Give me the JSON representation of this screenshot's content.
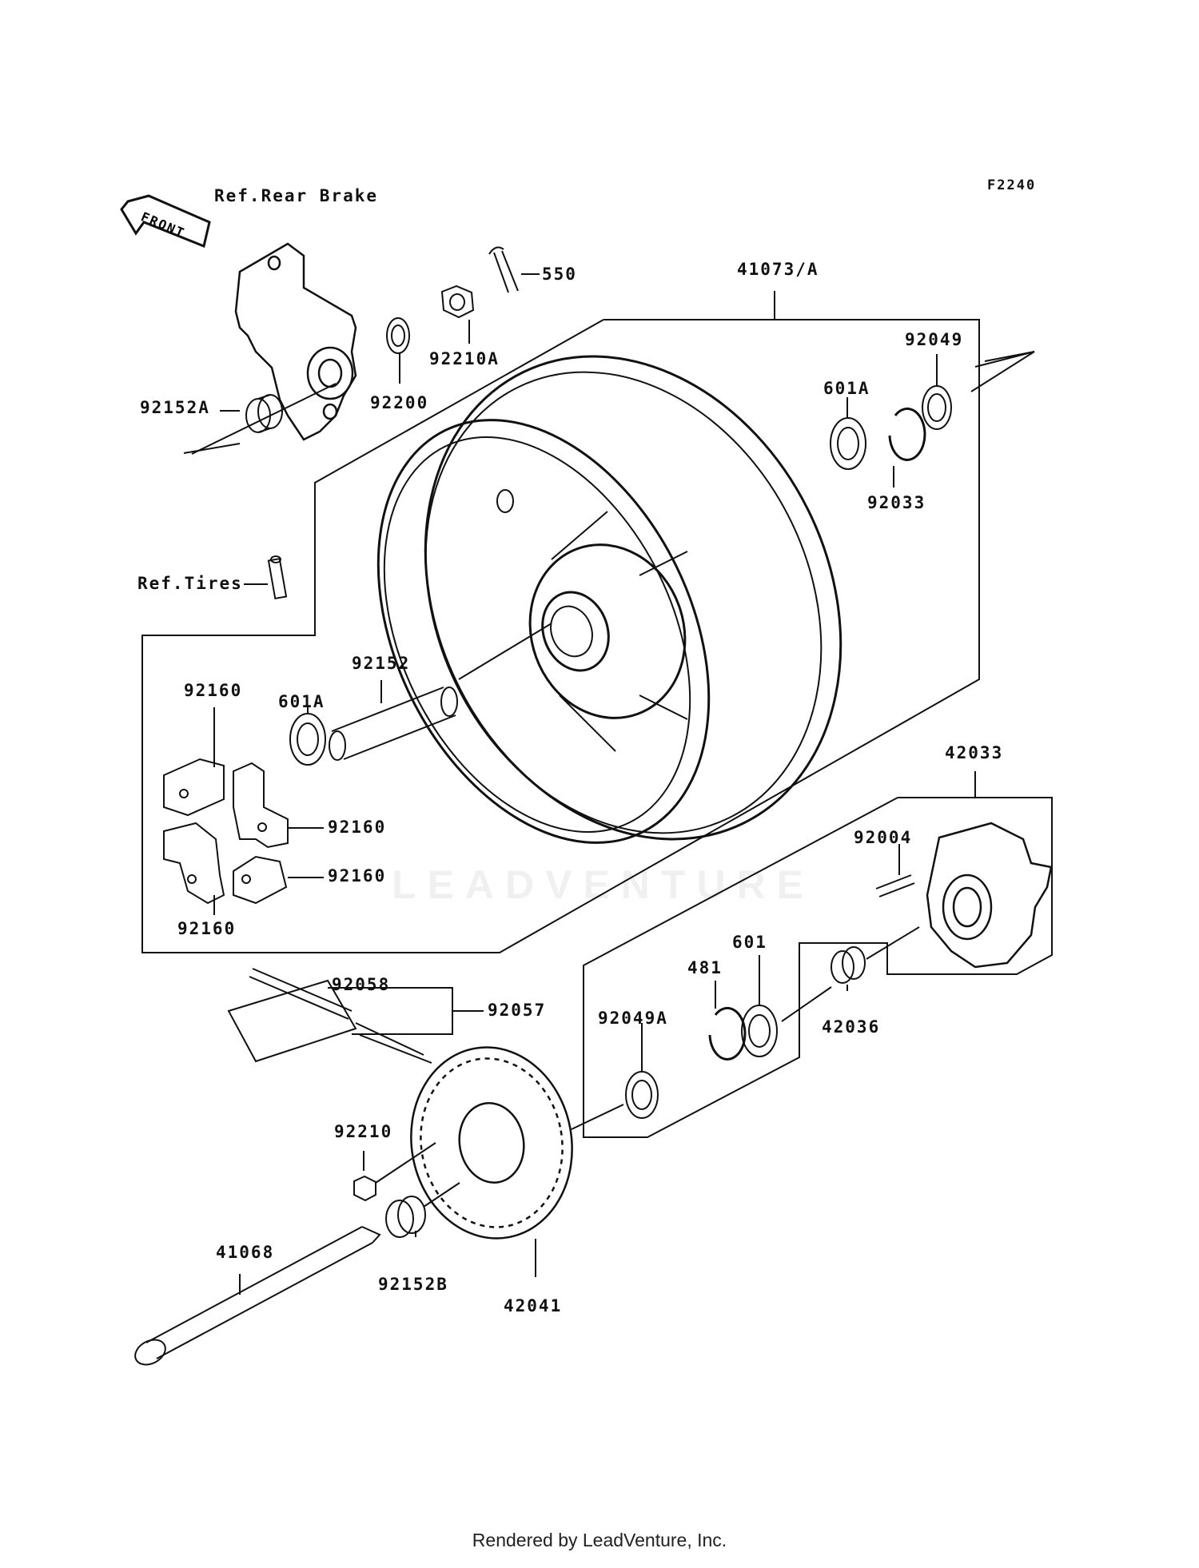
{
  "diagram": {
    "code": "F2240",
    "front_label": "FRONT",
    "watermark": "LEADVENTURE",
    "footer": "Rendered by LeadVenture, Inc.",
    "labels": {
      "ref_rear_brake": "Ref.Rear Brake",
      "p550": "550",
      "p41073a": "41073/A",
      "p92049": "92049",
      "p601a_top": "601A",
      "p92033": "92033",
      "p92210a": "92210A",
      "p92200": "92200",
      "p92152a": "92152A",
      "ref_tires": "Ref.Tires",
      "p92152": "92152",
      "p92160_a": "92160",
      "p601a_left": "601A",
      "p92160_b": "92160",
      "p92160_c": "92160",
      "p92160_d": "92160",
      "p42033": "42033",
      "p92004": "92004",
      "p601": "601",
      "p481": "481",
      "p92049a": "92049A",
      "p42036": "42036",
      "p92058": "92058",
      "p92057": "92057",
      "p92210": "92210",
      "p41068": "41068",
      "p92152b": "92152B",
      "p42041": "42041"
    }
  }
}
